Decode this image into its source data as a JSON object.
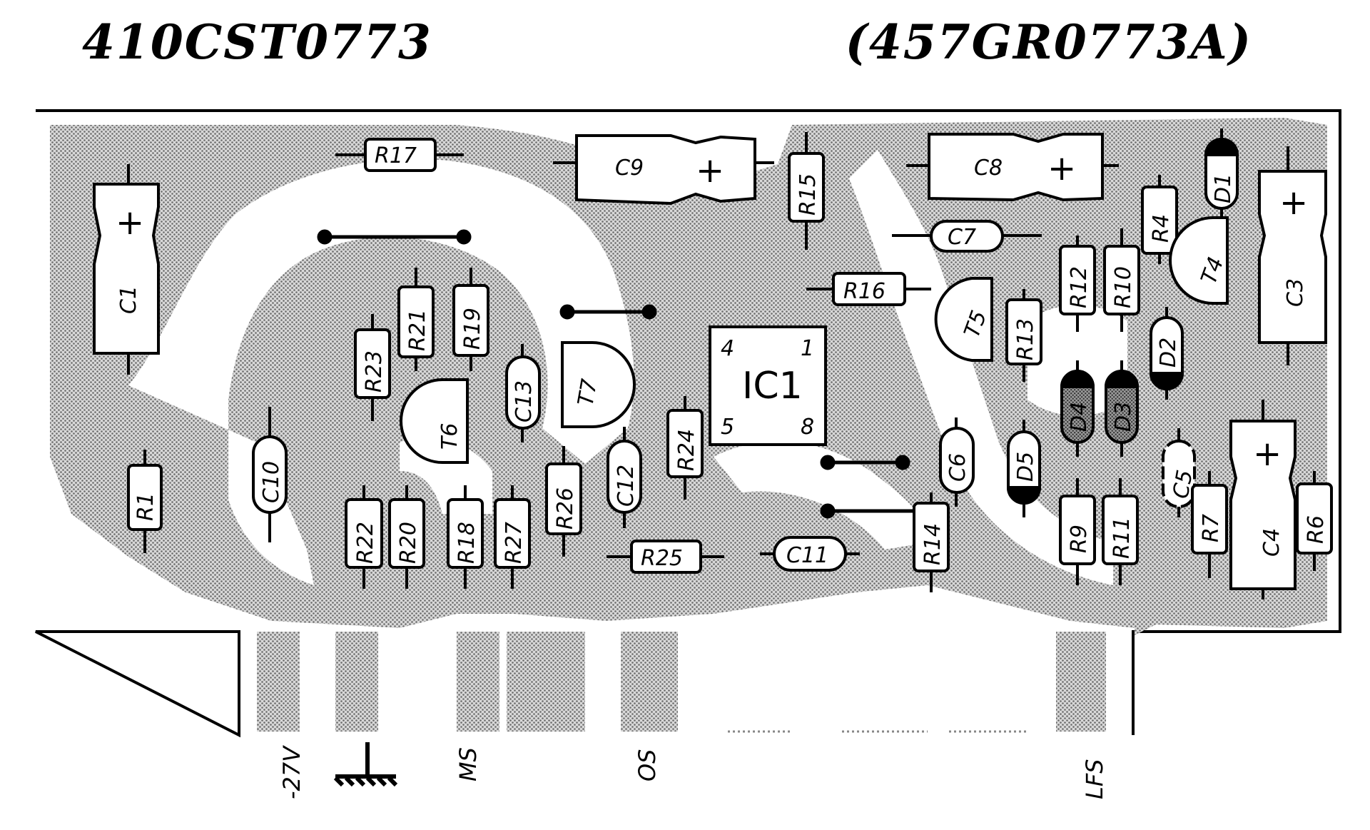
{
  "header": {
    "board_id": "410CST0773",
    "part_ref": "(457GR0773A)"
  },
  "colors": {
    "ink": "#000000",
    "copper": "#c9c9c9",
    "paper": "#ffffff"
  },
  "components": {
    "C1": "C1",
    "C3": "C3",
    "C4": "C4",
    "C5": "C5",
    "C6": "C6",
    "C7": "C7",
    "C8": "C8",
    "C9": "C9",
    "C10": "C10",
    "C11": "C11",
    "C12": "C12",
    "C13": "C13",
    "R1": "R1",
    "R4": "R4",
    "R6": "R6",
    "R7": "R7",
    "R9": "R9",
    "R10": "R10",
    "R11": "R11",
    "R12": "R12",
    "R13": "R13",
    "R14": "R14",
    "R15": "R15",
    "R16": "R16",
    "R17": "R17",
    "R18": "R18",
    "R19": "R19",
    "R20": "R20",
    "R21": "R21",
    "R22": "R22",
    "R23": "R23",
    "R24": "R24",
    "R25": "R25",
    "R26": "R26",
    "R27": "R27",
    "T4": "T4",
    "T5": "T5",
    "T6": "T6",
    "T7": "T7",
    "D1": "D1",
    "D2": "D2",
    "D3": "D3",
    "D4": "D4",
    "D5": "D5",
    "IC1": "IC1",
    "pin1": "1",
    "pin4": "4",
    "pin5": "5",
    "pin8": "8",
    "plus": "+"
  },
  "connectors": {
    "m27v": "-27V",
    "ms": "MS",
    "os": "OS",
    "lfs": "LFS"
  }
}
